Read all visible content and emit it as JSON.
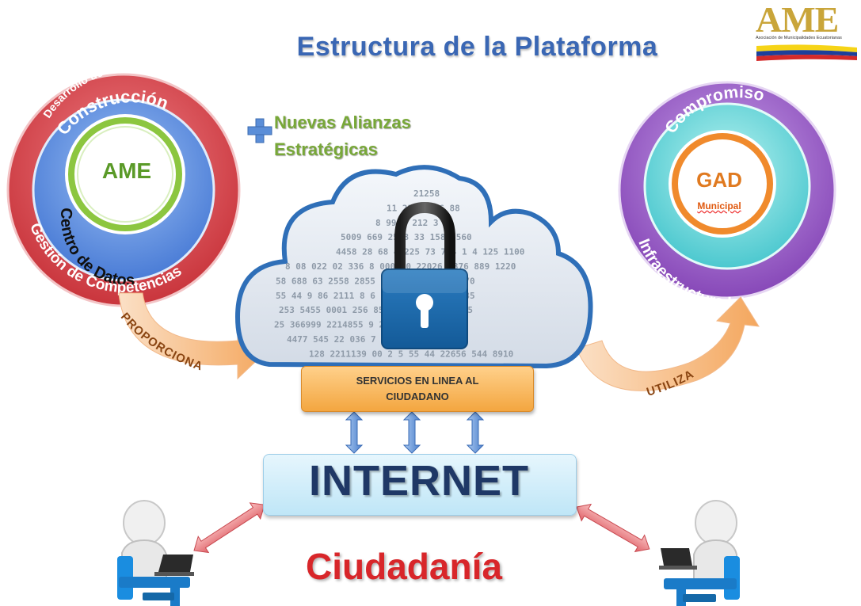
{
  "title": "Estructura de la Plataforma",
  "logo": {
    "text": "AME",
    "subtitle": "Asociación de Municipalidades Ecuatorianas"
  },
  "left_circle": {
    "outer_arc_top": "Desarrollo de Sistemas para",
    "middle_arc_top": "Construcción",
    "center": "AME",
    "middle_arc_bottom": "Centro de Datos",
    "outer_arc_bottom": "Gestión de Competencias"
  },
  "right_circle": {
    "middle_arc_top": "Compromiso",
    "center": "GAD",
    "center_sub": "Municipal",
    "outer_arc_bottom": "Infraestructura Interna"
  },
  "alianzas": {
    "line1": "Nuevas Alianzas",
    "line2": "Estratégicas"
  },
  "arrows": {
    "left": "PROPORCIONA",
    "right": "UTILIZA"
  },
  "cloud": {
    "numbers": [
      "21258",
      "11 2256  366 88",
      "8 99    8  212 3",
      "5009 669    2548  33 1585   560",
      "4458 28 68 4 225 73 744 1 4 125 1100",
      "8 08 022 02 336 8  000 10 22026 8876 889 1220",
      "58  688 63 2558 2855   887  02557 8 987870",
      "55 44  9 86  2111 8   6 4  2  33  8 8789  6985",
      "253 5455 0001 256   85  01 01 54 5487435",
      "25 366999  2214855    9 23356 11 5 22400",
      "4477 545 22 036     7 8542 25  8 80",
      "128 2211139 00 2  5 55 44 22656 544 8910"
    ]
  },
  "servicios": "SERVICIOS EN LINEA AL CIUDADANO",
  "internet": "INTERNET",
  "ciudadania": "Ciudadanía",
  "colors": {
    "title": "#3a67b4",
    "outer_red": "#d9434a",
    "middle_blue": "#5f8fe0",
    "inner_green": "#8cc63f",
    "outer_purple": "#9a5cc6",
    "inner_orange": "#f08a2c",
    "arrow_orange": "#f5b070",
    "internet_text": "#1f3866",
    "ciudadania": "#d8262a"
  }
}
